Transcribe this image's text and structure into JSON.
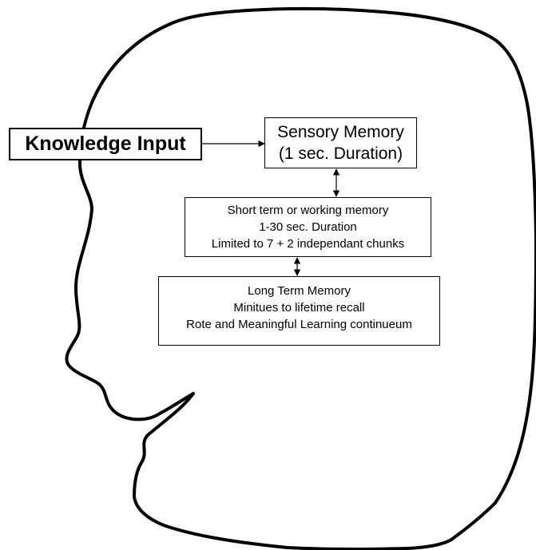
{
  "diagram": {
    "input": {
      "label": "Knowledge Input"
    },
    "sensory": {
      "line1": "Sensory Memory",
      "line2": "(1 sec. Duration)"
    },
    "short_term": {
      "line1": "Short term or working memory",
      "line2": "1-30 sec. Duration",
      "line3": "Limited to 7 + 2 independant chunks"
    },
    "long_term": {
      "line1": "Long Term Memory",
      "line2": "Minitues to lifetime recall",
      "line3": "Rote and Meaningful Learning continueum"
    }
  }
}
